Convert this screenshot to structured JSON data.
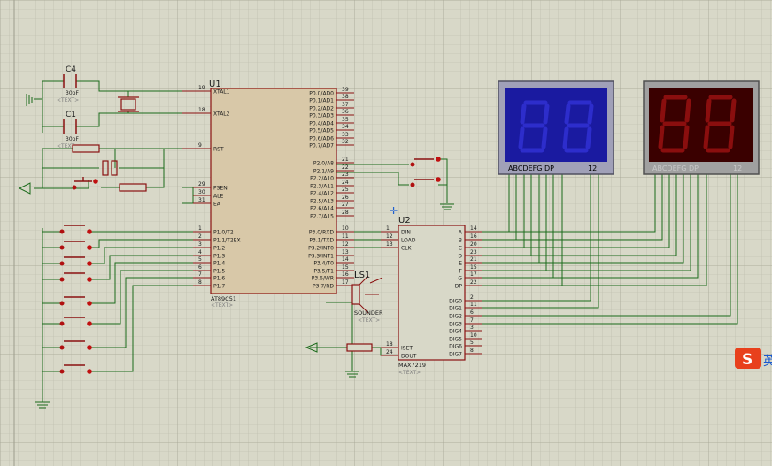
{
  "u1": {
    "ref": "U1",
    "part": "AT89C51",
    "text": "<TEXT>",
    "pins_left": [
      {
        "num": "19",
        "name": "XTAL1"
      },
      {
        "num": "18",
        "name": "XTAL2"
      },
      {
        "num": "9",
        "name": "RST"
      },
      {
        "num": "29",
        "name": "PSEN"
      },
      {
        "num": "30",
        "name": "ALE"
      },
      {
        "num": "31",
        "name": "EA"
      },
      {
        "num": "1",
        "name": "P1.0/T2"
      },
      {
        "num": "2",
        "name": "P1.1/T2EX"
      },
      {
        "num": "3",
        "name": "P1.2"
      },
      {
        "num": "4",
        "name": "P1.3"
      },
      {
        "num": "5",
        "name": "P1.4"
      },
      {
        "num": "6",
        "name": "P1.5"
      },
      {
        "num": "7",
        "name": "P1.6"
      },
      {
        "num": "8",
        "name": "P1.7"
      }
    ],
    "pins_right": [
      {
        "num": "39",
        "name": "P0.0/AD0"
      },
      {
        "num": "38",
        "name": "P0.1/AD1"
      },
      {
        "num": "37",
        "name": "P0.2/AD2"
      },
      {
        "num": "36",
        "name": "P0.3/AD3"
      },
      {
        "num": "35",
        "name": "P0.4/AD4"
      },
      {
        "num": "34",
        "name": "P0.5/AD5"
      },
      {
        "num": "33",
        "name": "P0.6/AD6"
      },
      {
        "num": "32",
        "name": "P0.7/AD7"
      },
      {
        "num": "21",
        "name": "P2.0/A8"
      },
      {
        "num": "22",
        "name": "P2.1/A9"
      },
      {
        "num": "23",
        "name": "P2.2/A10"
      },
      {
        "num": "24",
        "name": "P2.3/A11"
      },
      {
        "num": "25",
        "name": "P2.4/A12"
      },
      {
        "num": "26",
        "name": "P2.5/A13"
      },
      {
        "num": "27",
        "name": "P2.6/A14"
      },
      {
        "num": "28",
        "name": "P2.7/A15"
      },
      {
        "num": "10",
        "name": "P3.0/RXD"
      },
      {
        "num": "11",
        "name": "P3.1/TXD"
      },
      {
        "num": "12",
        "name": "P3.2/INT0"
      },
      {
        "num": "13",
        "name": "P3.3/INT1"
      },
      {
        "num": "14",
        "name": "P3.4/T0"
      },
      {
        "num": "15",
        "name": "P3.5/T1"
      },
      {
        "num": "16",
        "name": "P3.6/WR"
      },
      {
        "num": "17",
        "name": "P3.7/RD"
      }
    ]
  },
  "u2": {
    "ref": "U2",
    "part": "MAX7219",
    "text": "<TEXT>",
    "pins_left": [
      {
        "num": "1",
        "name": "DIN"
      },
      {
        "num": "12",
        "name": "LOAD"
      },
      {
        "num": "13",
        "name": "CLK"
      },
      {
        "num": "18",
        "name": "ISET"
      },
      {
        "num": "24",
        "name": "DOUT"
      }
    ],
    "pins_right": [
      {
        "num": "14",
        "name": "A"
      },
      {
        "num": "16",
        "name": "B"
      },
      {
        "num": "20",
        "name": "C"
      },
      {
        "num": "23",
        "name": "D"
      },
      {
        "num": "21",
        "name": "E"
      },
      {
        "num": "15",
        "name": "F"
      },
      {
        "num": "17",
        "name": "G"
      },
      {
        "num": "22",
        "name": "DP"
      },
      {
        "num": "2",
        "name": "DIG0"
      },
      {
        "num": "11",
        "name": "DIG1"
      },
      {
        "num": "6",
        "name": "DIG2"
      },
      {
        "num": "7",
        "name": "DIG3"
      },
      {
        "num": "3",
        "name": "DIG4"
      },
      {
        "num": "10",
        "name": "DIG5"
      },
      {
        "num": "5",
        "name": "DIG6"
      },
      {
        "num": "8",
        "name": "DIG7"
      }
    ]
  },
  "c4": {
    "ref": "C4",
    "value": "30pF",
    "text": "<TEXT>"
  },
  "c1": {
    "ref": "C1",
    "value": "30pF",
    "text": "<TEXT>"
  },
  "ls1": {
    "ref": "LS1",
    "part": "SOUNDER",
    "text": "<TEXT>"
  },
  "display_blue": {
    "segments_label": "ABCDEFG  DP",
    "digits_label": "12",
    "color": "#1a1aa0"
  },
  "display_red": {
    "segments_label": "ABCDEFG  DP",
    "digits_label": "12",
    "color": "#3a0000"
  },
  "tray_icon": {
    "glyph": "S",
    "trailing_text": "英",
    "color": "#e8401c"
  }
}
